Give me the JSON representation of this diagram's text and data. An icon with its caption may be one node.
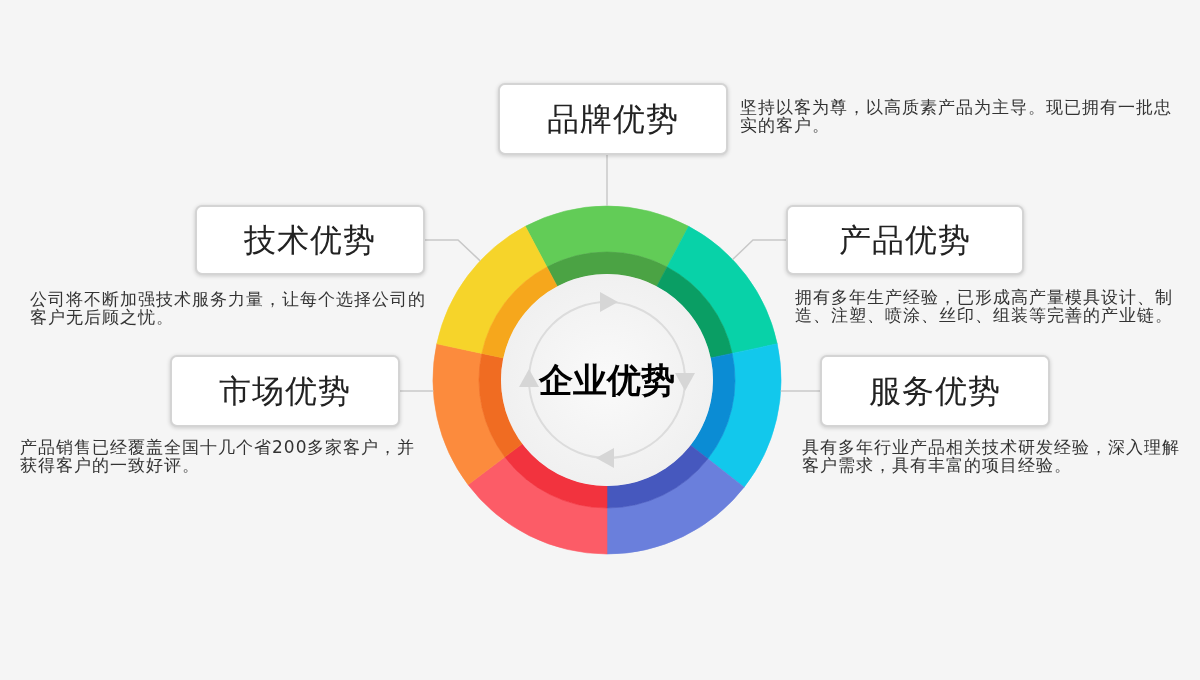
{
  "diagram": {
    "nodes": [
      {
        "text": [
          "品牌优势"
        ],
        "beside": [
          "坚持以客为尊，以高质素产品为主导。现已拥有一批忠实的客户。"
        ]
      },
      {
        "text": [
          "技术优势"
        ],
        "beside": [
          "公司将不断加强技术服务力量，让每个选择公司的客户无后顾之忧。"
        ]
      },
      {
        "text": [
          "产品优势"
        ],
        "beside": [
          "拥有多年生产经验，已形成高产量模具设计、制造、注塑、喷涂、丝印、组装等完善的产业链。"
        ]
      },
      {
        "text": [
          "市场优势"
        ],
        "beside": [
          "产品销售已经覆盖全国十几个省200多家客户，并获得客户的一致好评。"
        ]
      },
      {
        "text": [
          "服务优势"
        ],
        "beside": [
          "具有多年行业产品相关技术研发经验，深入理解客户需求，具有丰富的项目经验。"
        ]
      },
      {
        "text": [
          "企业优势"
        ]
      },
      {
        "text": [],
        "shape": "arc"
      },
      {
        "text": [],
        "shape": "arc"
      },
      {
        "text": [],
        "shape": "arc"
      },
      {
        "text": [],
        "shape": "arc"
      },
      {
        "text": [],
        "shape": "arc"
      },
      {
        "text": [],
        "shape": "arc"
      },
      {
        "text": [],
        "shape": "arc"
      }
    ],
    "edges": [
      {
        "from": 0,
        "to": 6,
        "arrow": "none"
      },
      {
        "from": 1,
        "to": 12,
        "arrow": "none"
      },
      {
        "from": 2,
        "to": 7,
        "arrow": "none"
      },
      {
        "from": 3,
        "to": 11,
        "arrow": "none"
      },
      {
        "from": 4,
        "to": 8,
        "arrow": "none"
      }
    ]
  }
}
